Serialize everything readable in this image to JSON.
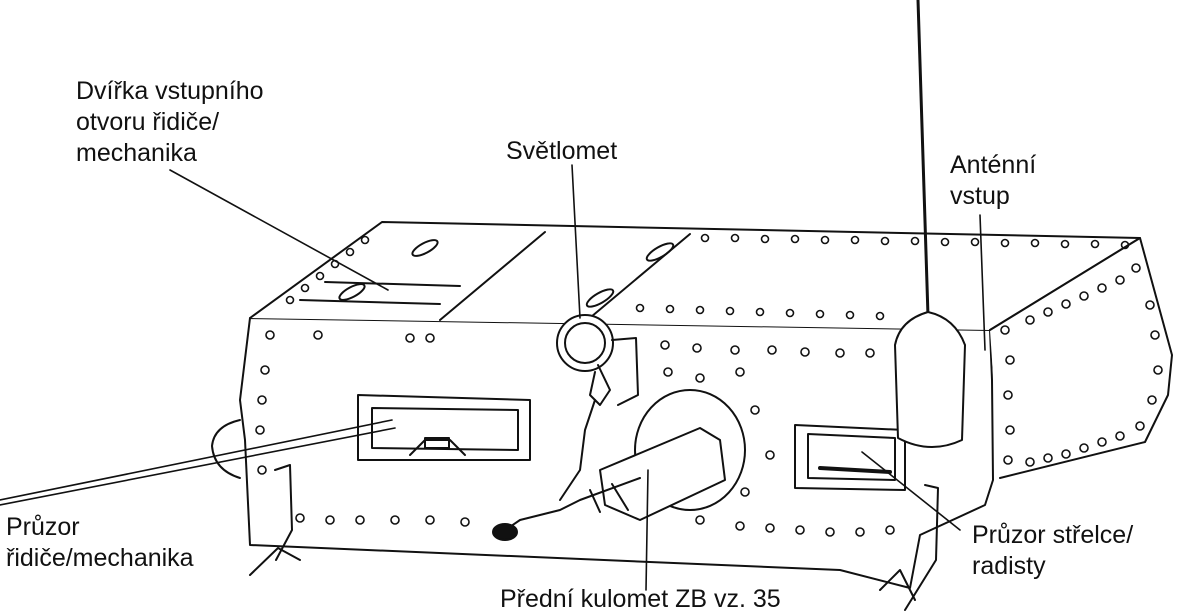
{
  "labels": {
    "driver_hatch": [
      "Dvířka vstupního",
      "otvoru řidiče/",
      "mechanika"
    ],
    "headlight": [
      "Světlomet"
    ],
    "antenna_entry": [
      "Anténní",
      "vstup"
    ],
    "driver_vision": [
      "Průzor",
      "řidiče/mechanika"
    ],
    "gunner_vision": [
      "Průzor střelce/",
      "radisty"
    ],
    "front_mg": [
      "Přední kulomet ZB vz. 35"
    ]
  },
  "style": {
    "ink": "#111111",
    "background": "#ffffff"
  }
}
